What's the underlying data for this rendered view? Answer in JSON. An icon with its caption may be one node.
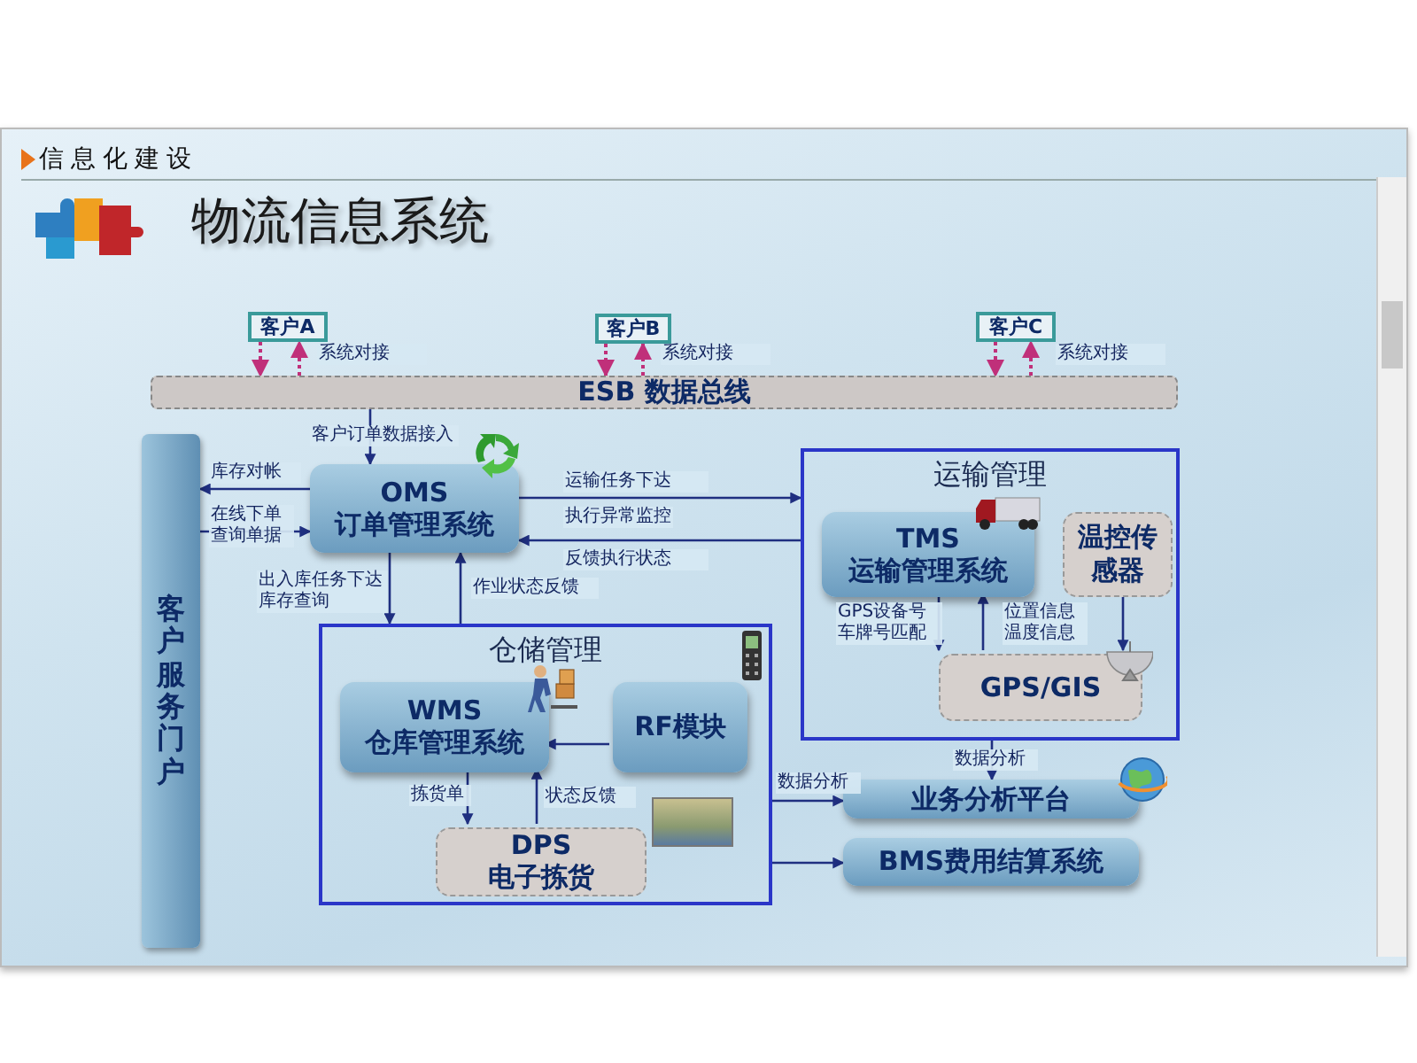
{
  "diagram": {
    "title": "物流信息系统",
    "nodes": [
      {
        "text": [
          "客户A"
        ]
      },
      {
        "text": [
          "客户B"
        ]
      },
      {
        "text": [
          "客户C"
        ]
      },
      {
        "text": [
          "ESB 数据总线"
        ]
      },
      {
        "text": [
          "客户服务门户"
        ]
      },
      {
        "text": [
          "OMS 订单管理系统"
        ]
      },
      {
        "text": [
          "运输管理"
        ]
      },
      {
        "text": [
          "TMS 运输管理系统"
        ],
        "in": 6
      },
      {
        "text": [
          "温控传感器"
        ],
        "in": 6
      },
      {
        "text": [
          "GPS/GIS"
        ],
        "in": 6
      },
      {
        "text": [
          "仓储管理"
        ]
      },
      {
        "text": [
          "WMS 仓库管理系统"
        ],
        "in": 10
      },
      {
        "text": [
          "RF模块"
        ],
        "in": 10
      },
      {
        "text": [
          "DPS 电子拣货"
        ],
        "in": 10
      },
      {
        "text": [
          "业务分析平台"
        ]
      },
      {
        "text": [
          "BMS费用结算系统"
        ]
      }
    ],
    "edges": [
      {
        "from": 0,
        "to": 3,
        "arrow": "to",
        "style": "dashed",
        "color": "#c0307a"
      },
      {
        "from": 3,
        "to": 0,
        "arrow": "to",
        "style": "dashed",
        "color": "#c0307a",
        "label": "系统对接"
      },
      {
        "from": 1,
        "to": 3,
        "arrow": "to",
        "style": "dashed",
        "color": "#c0307a"
      },
      {
        "from": 3,
        "to": 1,
        "arrow": "to",
        "style": "dashed",
        "color": "#c0307a",
        "label": "系统对接"
      },
      {
        "from": 2,
        "to": 3,
        "arrow": "to",
        "style": "dashed",
        "color": "#c0307a"
      },
      {
        "from": 3,
        "to": 2,
        "arrow": "to",
        "style": "dashed",
        "color": "#c0307a",
        "label": "系统对接"
      },
      {
        "from": 3,
        "to": 5,
        "arrow": "to",
        "label": "客户订单数据接入"
      },
      {
        "from": 5,
        "to": 4,
        "arrow": "to",
        "label": "库存对帐"
      },
      {
        "from": 4,
        "to": 5,
        "arrow": "to",
        "label": "在线下单查询单据"
      },
      {
        "from": 5,
        "to": 6,
        "arrow": "to",
        "label": "运输任务下达"
      },
      {
        "from": 6,
        "to": 5,
        "arrow": "to",
        "label": "反馈执行状态"
      },
      {
        "from": 5,
        "to": 10,
        "arrow": "to",
        "label": "出入库任务下达库存查询"
      },
      {
        "from": 10,
        "to": 5,
        "arrow": "to",
        "label": "作业状态反馈"
      },
      {
        "from": 12,
        "to": 11,
        "arrow": "to"
      },
      {
        "from": 11,
        "to": 13,
        "arrow": "to",
        "label": "拣货单"
      },
      {
        "from": 13,
        "to": 11,
        "arrow": "to",
        "label": "状态反馈"
      },
      {
        "from": 7,
        "to": 9,
        "arrow": "to",
        "label": "GPS设备号车牌号匹配"
      },
      {
        "from": 9,
        "to": 7,
        "arrow": "to",
        "label": "位置信息温度信息"
      },
      {
        "from": 8,
        "to": 9,
        "arrow": "to"
      },
      {
        "from": 6,
        "to": 14,
        "arrow": "to",
        "label": "数据分析"
      },
      {
        "from": 10,
        "to": 14,
        "arrow": "to",
        "label": "数据分析"
      },
      {
        "from": 10,
        "to": 15,
        "arrow": "to"
      }
    ],
    "labels": [
      "信息化建设",
      "执行异常监控"
    ]
  }
}
